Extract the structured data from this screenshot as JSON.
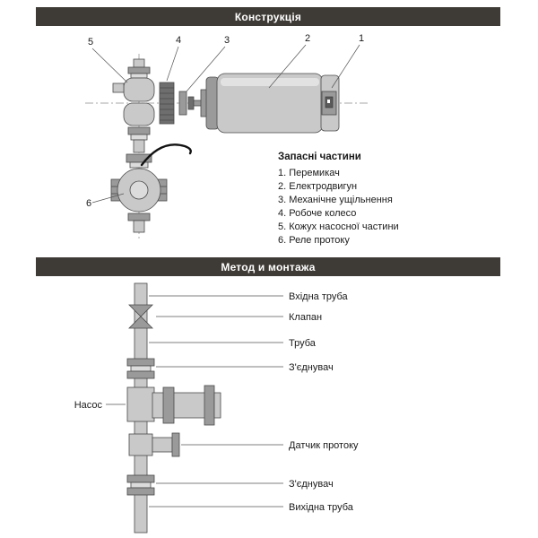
{
  "colors": {
    "header-bg": "#3e3a35",
    "header-text": "#ffffff",
    "line": "#4a4a4a",
    "fill-light": "#c9c9c9",
    "fill-mid": "#9a9a9a",
    "fill-dark": "#6e6e6e",
    "text": "#1a1a1a"
  },
  "construction": {
    "title": "Конструкція",
    "parts_title": "Запасні частини",
    "parts": [
      "1. Перемикач",
      "2. Електродвигун",
      "3. Механічне ущільнення",
      "4. Робоче колесо",
      "5. Кожух насосної частини",
      "6. Реле протоку"
    ],
    "callouts": {
      "n1": "1",
      "n2": "2",
      "n3": "3",
      "n4": "4",
      "n5": "5",
      "n6": "6"
    }
  },
  "installation": {
    "title": "Метод и монтажа",
    "pump_label": "Насос",
    "labels": {
      "inlet": "Вхідна труба",
      "valve": "Клапан",
      "pipe": "Труба",
      "connector_top": "З'єднувач",
      "flow_sensor": "Датчик протоку",
      "connector_bottom": "З'єднувач",
      "outlet": "Вихідна труба"
    }
  }
}
